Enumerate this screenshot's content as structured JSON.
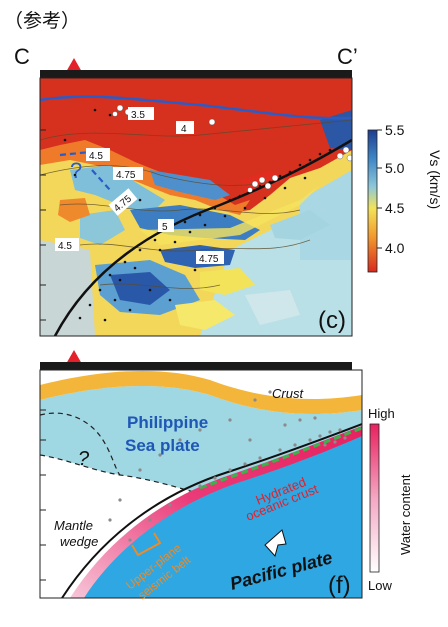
{
  "header": {
    "label": "（参考）"
  },
  "profile": {
    "start_label": "C",
    "end_label": "C’"
  },
  "panel_c": {
    "panel_label": "(c)",
    "contour_labels": [
      "3.5",
      "4",
      "4.5",
      "4.75",
      "4.75",
      "4.5",
      "5",
      "4.75"
    ],
    "unknown_mark": "?",
    "colorbar": {
      "title": "Vs (km/s)",
      "ticks": [
        "5.5",
        "5.0",
        "4.5",
        "4.0"
      ],
      "colors": [
        "#1d3d8f",
        "#3f86c6",
        "#8ec7d8",
        "#f2e35a",
        "#f29a2e",
        "#d82a1e"
      ]
    }
  },
  "panel_f": {
    "panel_label": "(f)",
    "labels": {
      "crust": "Crust",
      "philippine": "Philippine",
      "sea_plate": "Sea plate",
      "unknown": "?",
      "mantle": "Mantle",
      "wedge": "wedge",
      "hydrated": "Hydrated",
      "oceanic_crust": "oceanic crust",
      "upper_plane": "Upper-plane",
      "seismic_belt": "seismic belt",
      "pacific": "Pacific plate"
    },
    "water_bar": {
      "title": "Water content",
      "high": "High",
      "low": "Low",
      "colors": [
        "#e8215f",
        "#f4a7c3",
        "#ffffff"
      ]
    }
  }
}
